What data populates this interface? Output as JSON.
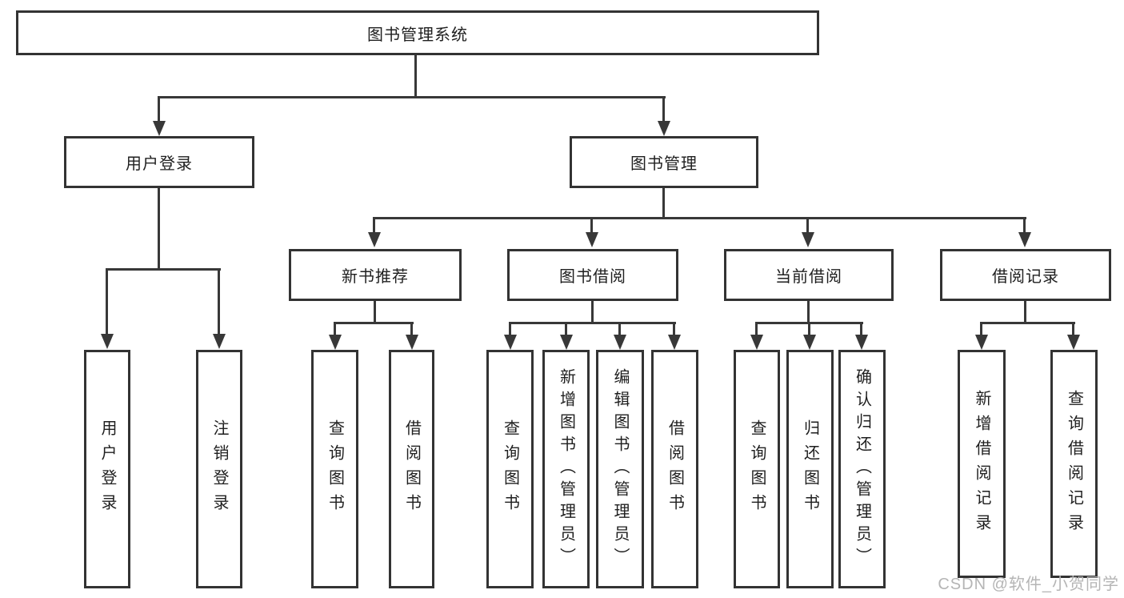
{
  "diagram": {
    "nodes": {
      "root": "图书管理系统",
      "user_login": "用户登录",
      "book_management": "图书管理",
      "new_book_recommend": "新书推荐",
      "book_borrow": "图书借阅",
      "current_borrow": "当前借阅",
      "borrow_records": "借阅记录"
    },
    "leaves": {
      "user_login": "用户登录",
      "logout": "注销登录",
      "recommend_query": "查询图书",
      "recommend_borrow": "借阅图书",
      "borrow_query": "查询图书",
      "borrow_add_admin": "新增图书（管理员）",
      "borrow_edit_admin": "编辑图书（管理员）",
      "borrow_borrow": "借阅图书",
      "current_query": "查询图书",
      "current_return": "归还图书",
      "current_confirm_admin": "确认归还（管理员）",
      "records_add": "新增借阅记录",
      "records_query": "查询借阅记录"
    }
  },
  "colors": {
    "line": "#383838",
    "box_border": "#333333",
    "text": "#1f1f1f",
    "watermark": "#b5b5b5",
    "background": "#ffffff"
  },
  "watermark": {
    "text": "CSDN @软件_小贺同学"
  }
}
